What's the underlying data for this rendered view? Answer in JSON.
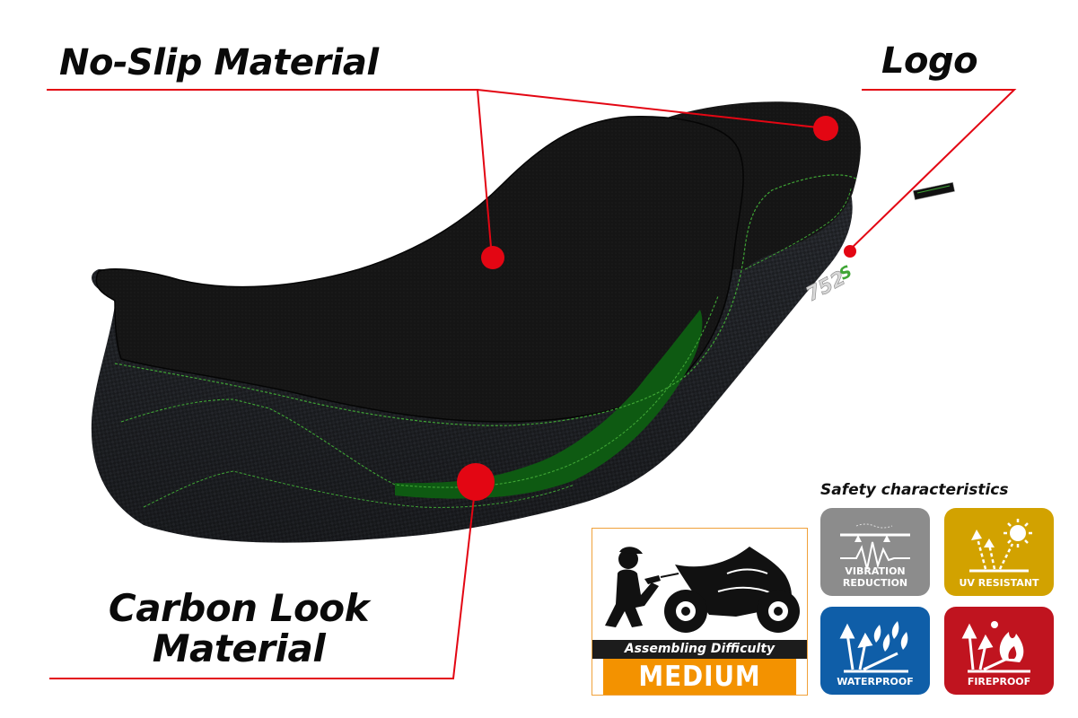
{
  "callouts": {
    "no_slip": "No-Slip Material",
    "logo": "Logo",
    "carbon_line1": "Carbon Look",
    "carbon_line2": "Material"
  },
  "seat": {
    "model_logo_text": "752",
    "model_logo_suffix": "S",
    "stitch_color": "#3fa535",
    "insert_color": "#0e5a12",
    "body_color": "#161616"
  },
  "difficulty": {
    "title": "Assembling Difficulty",
    "level": "MEDIUM",
    "icon": "mechanic-motorcycle-icon",
    "accent_color": "#f39200"
  },
  "safety": {
    "title": "Safety characteristics",
    "badges": [
      {
        "label_line1": "VIBRATION",
        "label_line2": "REDUCTION",
        "icon": "vibration-icon",
        "color": "#8c8c8c"
      },
      {
        "label_line1": "UV RESISTANT",
        "label_line2": "",
        "icon": "sun-uv-icon",
        "color": "#d2a200"
      },
      {
        "label_line1": "WATERPROOF",
        "label_line2": "",
        "icon": "water-drops-icon",
        "color": "#0f5ea8"
      },
      {
        "label_line1": "FIREPROOF",
        "label_line2": "",
        "icon": "flame-icon",
        "color": "#c0141f"
      }
    ]
  },
  "colors": {
    "callout_line": "#e30613",
    "marker": "#e30613"
  }
}
